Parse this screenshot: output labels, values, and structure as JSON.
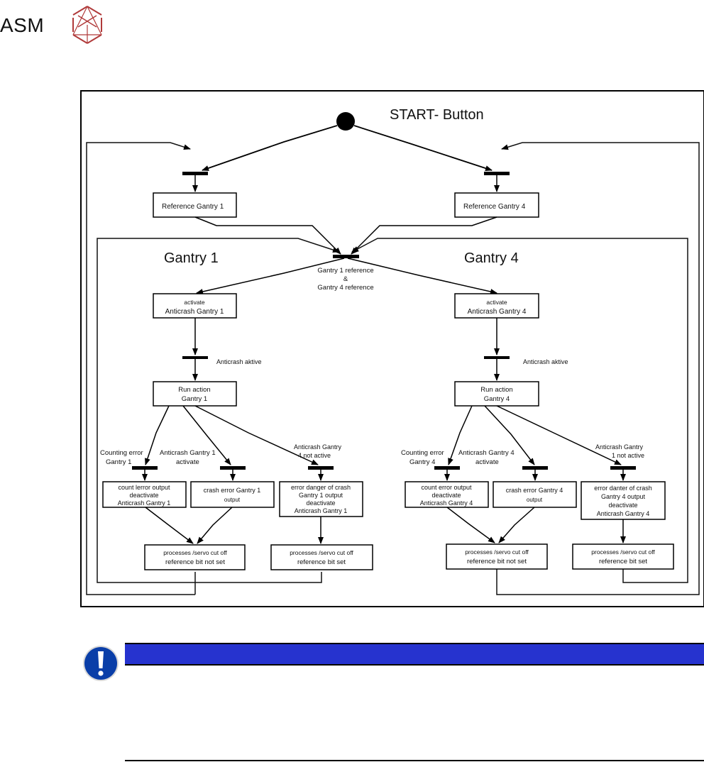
{
  "header": {
    "brand_text": "ASM",
    "logo_icon": "asm-hexagon-logo-icon",
    "logo_color": "#b03a3a"
  },
  "diagram": {
    "type": "uml-activity-diagram",
    "start_label": "START- Button",
    "reference_gantry_1": "Reference Gantry 1",
    "reference_gantry_4": "Reference Gantry 4",
    "sync_label": [
      "Gantry 1 reference",
      "&",
      "Gantry 4 reference"
    ],
    "gantry1": {
      "title": "Gantry 1",
      "activate": [
        "activate",
        "Anticrash Gantry 1"
      ],
      "guard_active": "Anticrash aktive",
      "run": [
        "Run action",
        "Gantry 1"
      ],
      "guard_counting": [
        "Counting error",
        "Gantry 1"
      ],
      "guard_anticrash": [
        "Anticrash Gantry 1",
        "activate"
      ],
      "guard_other": [
        "Anticrash Gantry",
        "4 not active"
      ],
      "box_count": [
        "count lerror output",
        "deactivate",
        "Anticrash Gantry 1"
      ],
      "box_crash": [
        "crash error Gantry 1",
        "output"
      ],
      "box_danger": [
        "error danger of crash",
        "Gantry 1 output",
        "deactivate",
        "Anticrash Gantry 1"
      ],
      "box_notset": [
        "processes /servo cut off",
        "reference bit not set"
      ],
      "box_set": [
        "processes /servo cut off",
        "reference bit set"
      ]
    },
    "gantry4": {
      "title": "Gantry 4",
      "activate": [
        "activate",
        "Anticrash Gantry 4"
      ],
      "guard_active": "Anticrash aktive",
      "run": [
        "Run action",
        "Gantry 4"
      ],
      "guard_counting": [
        "Counting error",
        "Gantry 4"
      ],
      "guard_anticrash": [
        "Anticrash Gantry 4",
        "activate"
      ],
      "guard_other": [
        "Anticrash Gantry",
        "1 not active"
      ],
      "box_count": [
        "count error output",
        "deactivate",
        "Anticrash Gantry 4"
      ],
      "box_crash": [
        "crash error Gantry 4",
        "output"
      ],
      "box_danger": [
        "error danter of crash",
        "Gantry 4 output",
        "deactivate",
        "Anticrash Gantry 4"
      ],
      "box_notset": [
        "processes /servo cut off",
        "reference bit not set"
      ],
      "box_set": [
        "processes /servo cut off",
        "reference bit set"
      ]
    }
  },
  "note": {
    "icon": "exclamation-icon",
    "icon_color": "#0a3ea8",
    "bar_color": "#2633cf",
    "text": ""
  }
}
